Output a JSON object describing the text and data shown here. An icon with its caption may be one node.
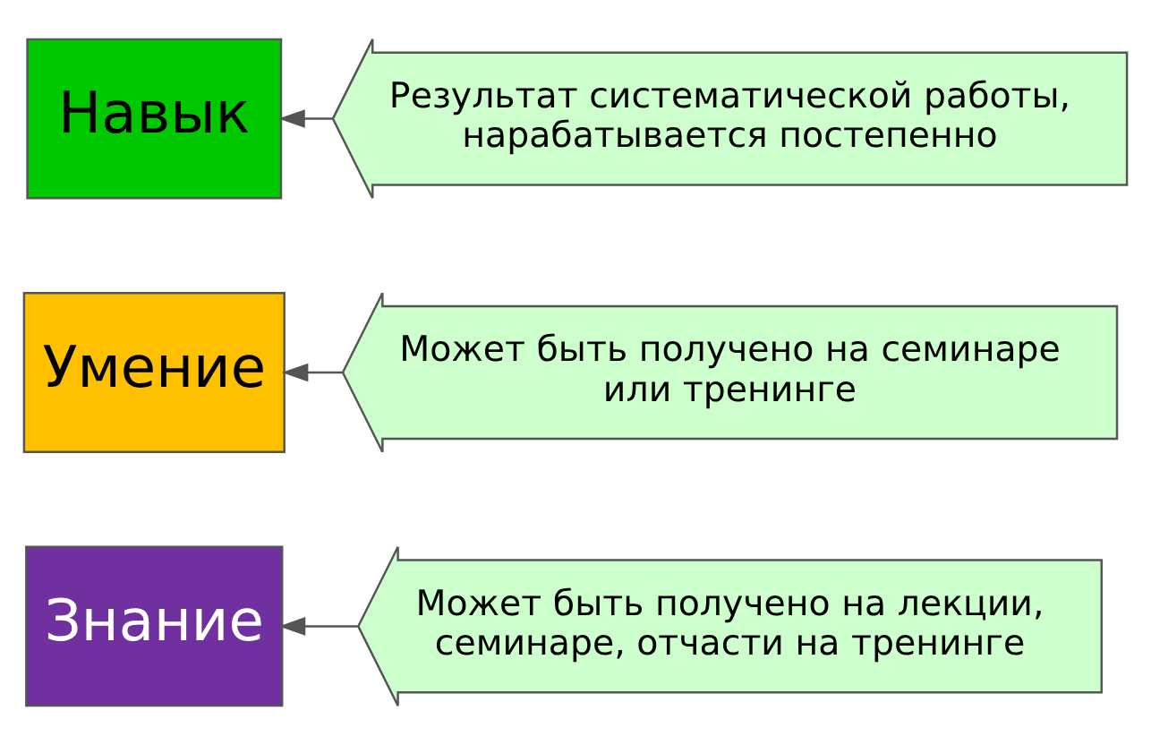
{
  "diagram": {
    "nodes": [
      {
        "text": [
          "Знание"
        ]
      },
      {
        "text": [
          "Может быть получено на лекции, семинаре, отчасти на тренинге"
        ]
      },
      {
        "text": [
          "Умение"
        ]
      },
      {
        "text": [
          "Может быть получено на семинаре или тренинге"
        ]
      },
      {
        "text": [
          "Навык"
        ]
      },
      {
        "text": [
          "Результат систематической работы, нарабатывается постепенно"
        ]
      }
    ],
    "edges": [
      {
        "from": 1,
        "to": 0,
        "arrow": "to"
      },
      {
        "from": 3,
        "to": 2,
        "arrow": "to"
      },
      {
        "from": 5,
        "to": 4,
        "arrow": "to"
      }
    ]
  }
}
